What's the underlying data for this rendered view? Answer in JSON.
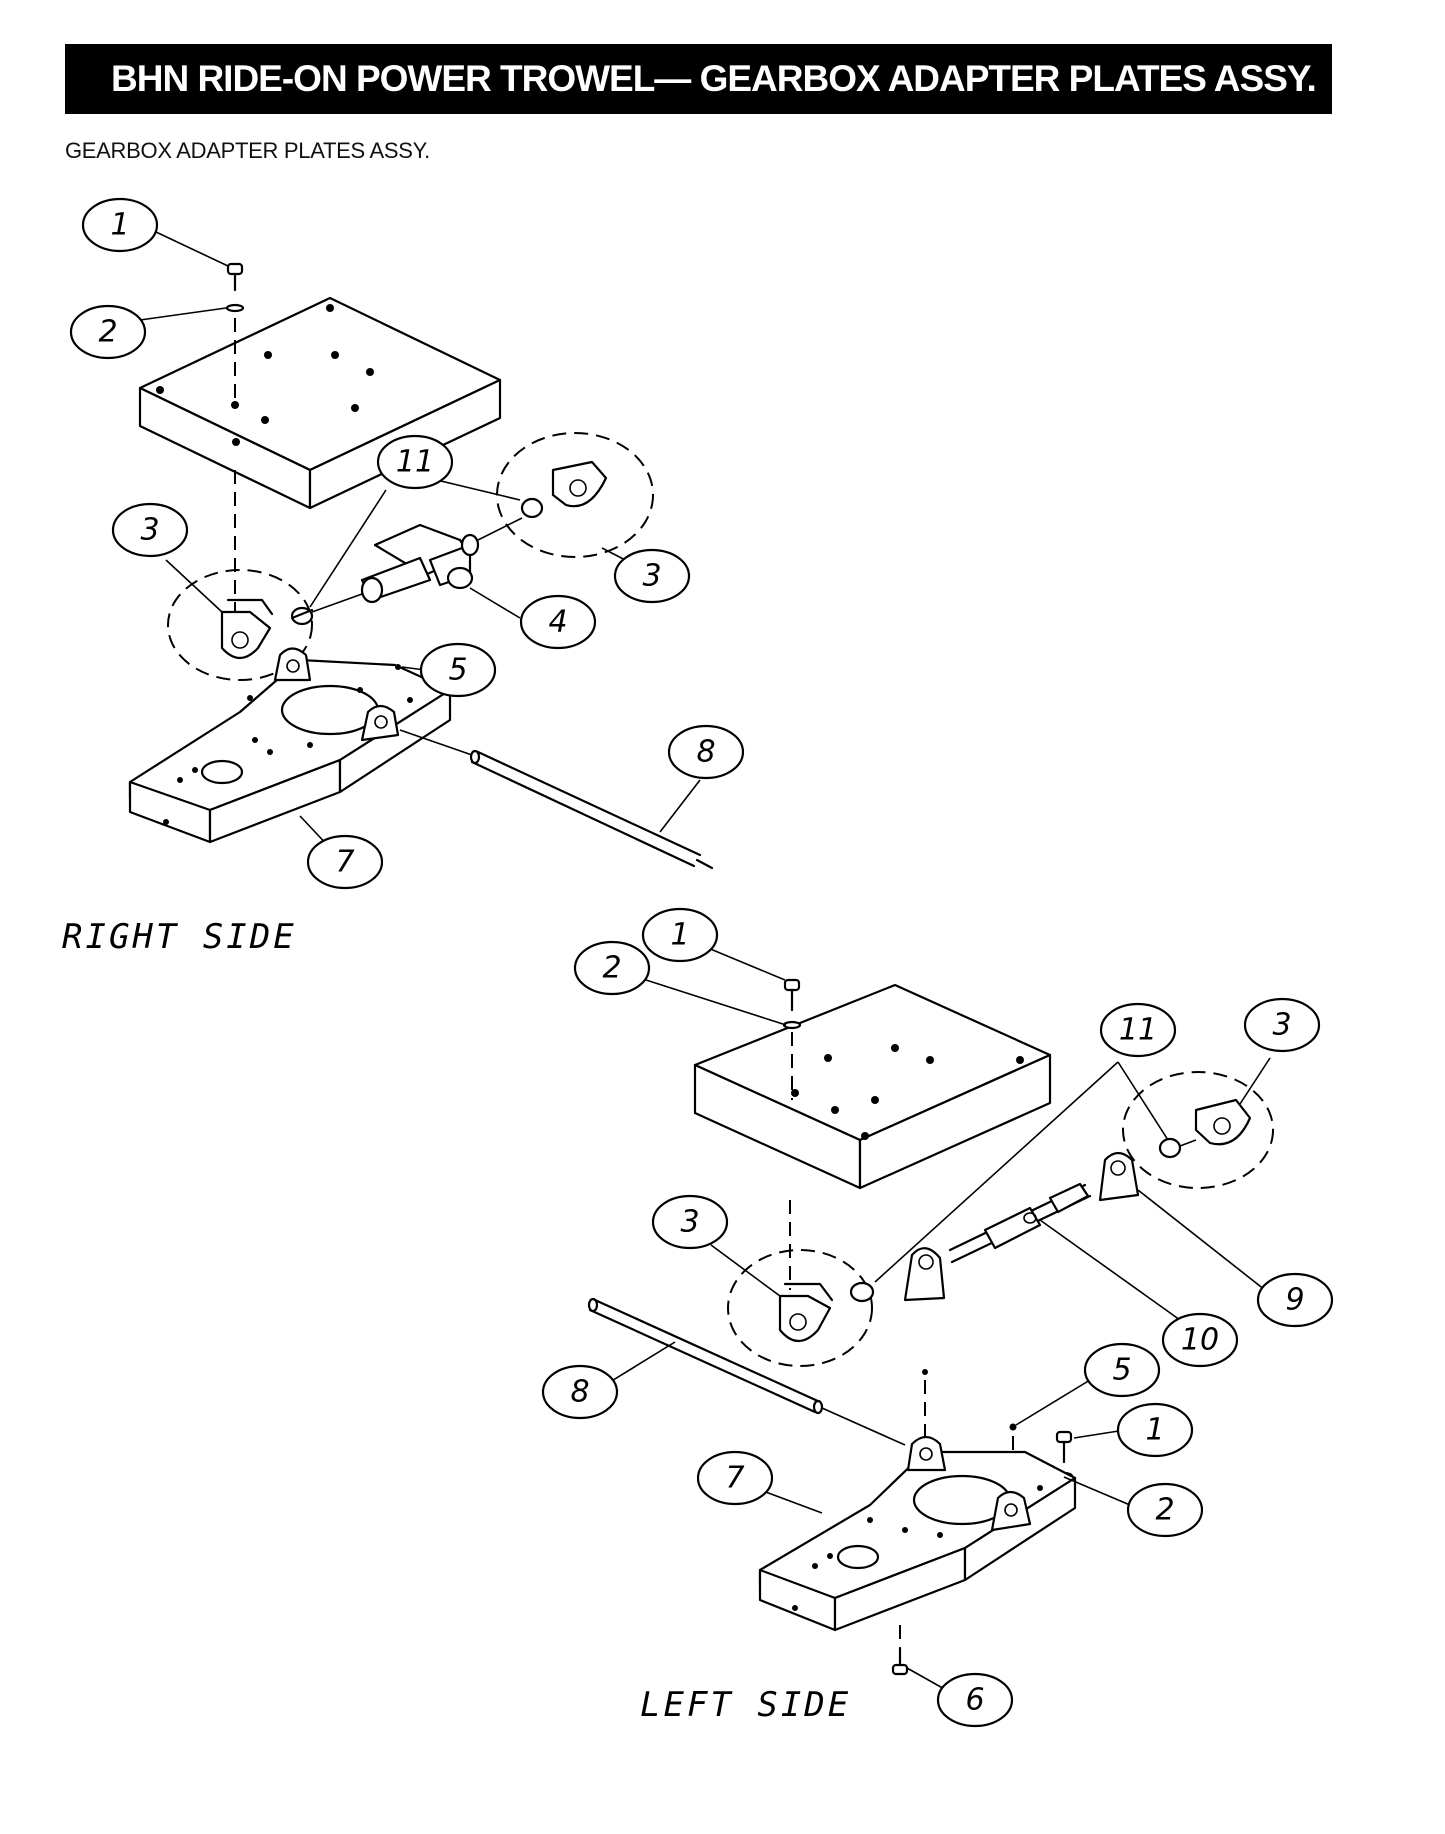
{
  "header": {
    "title": "BHN RIDE-ON POWER TROWEL— GEARBOX ADAPTER PLATES ASSY.",
    "subtitle": "GEARBOX ADAPTER PLATES ASSY."
  },
  "diagram": {
    "views": [
      {
        "label": "RIGHT SIDE",
        "callouts": [
          "1",
          "2",
          "11",
          "3",
          "3",
          "4",
          "5",
          "8",
          "7"
        ]
      },
      {
        "label": "LEFT SIDE",
        "callouts": [
          "1",
          "2",
          "11",
          "3",
          "3",
          "9",
          "10",
          "8",
          "5",
          "1",
          "7",
          "2",
          "6"
        ]
      }
    ]
  },
  "colors": {
    "title_bg": "#000000",
    "title_text": "#ffffff",
    "ink": "#000000",
    "paper": "#ffffff"
  }
}
